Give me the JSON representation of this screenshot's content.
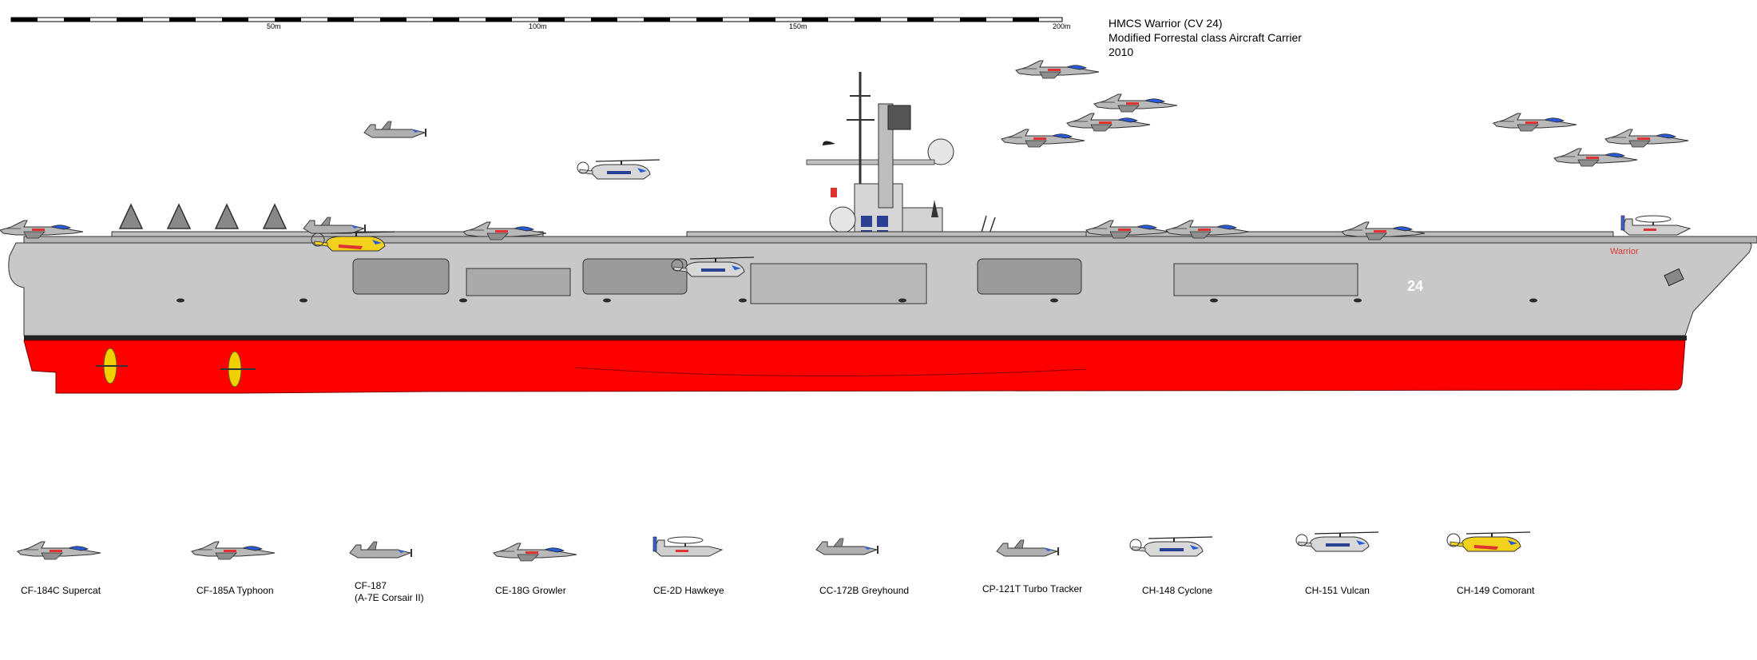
{
  "scale_bar": {
    "labels": [
      "50m",
      "100m",
      "150m",
      "200m"
    ]
  },
  "title_block": {
    "name": "HMCS Warrior (CV 24)",
    "class": "Modified Forrestal class Aircraft Carrier",
    "year": "2010"
  },
  "ship": {
    "hull_number": "24",
    "bow_name": "Warrior",
    "colors": {
      "hull_upper": "#c8c8c8",
      "hull_lower": "#ff0000",
      "boot": "#222222",
      "propeller": "#f0d000"
    }
  },
  "aircraft_legend": [
    {
      "line1": "CF-184C Supercat",
      "line2": ""
    },
    {
      "line1": "CF-185A Typhoon",
      "line2": ""
    },
    {
      "line1": "CF-187",
      "line2": "(A-7E Corsair II)"
    },
    {
      "line1": "CE-18G Growler",
      "line2": ""
    },
    {
      "line1": "CE-2D Hawkeye",
      "line2": ""
    },
    {
      "line1": "CC-172B Greyhound",
      "line2": ""
    },
    {
      "line1": "CP-121T  Turbo Tracker",
      "line2": ""
    },
    {
      "line1": "CH-148 Cyclone",
      "line2": ""
    },
    {
      "line1": "CH-151 Vulcan",
      "line2": ""
    },
    {
      "line1": "CH-149 Comorant",
      "line2": ""
    }
  ]
}
